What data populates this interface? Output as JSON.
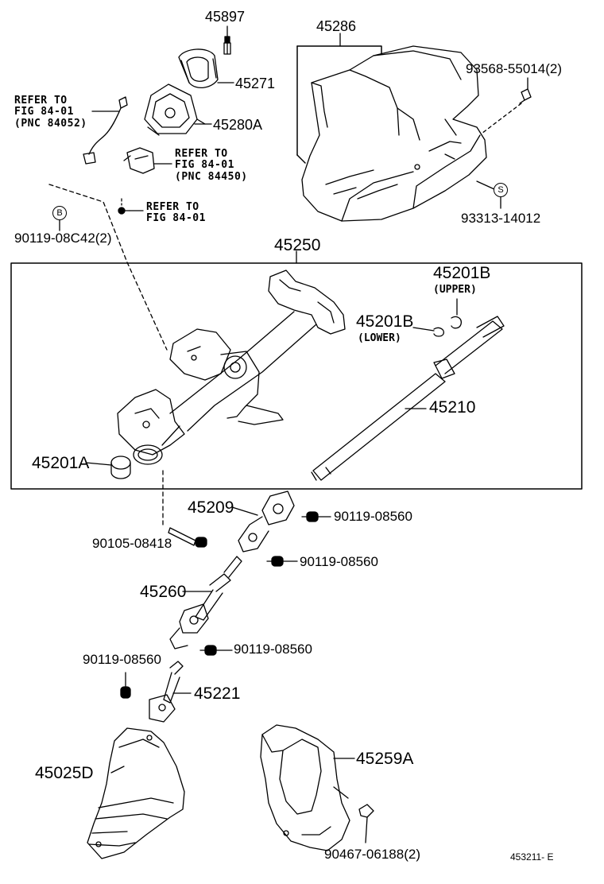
{
  "labels": {
    "p45897": "45897",
    "p45286": "45286",
    "p45271": "45271",
    "p45280A": "45280A",
    "p93568": "93568-55014(2)",
    "refer1_a": "REFER TO",
    "refer1_b": "FIG 84-01",
    "refer1_c": "(PNC 84052)",
    "refer2_a": "REFER TO",
    "refer2_b": "FIG 84-01",
    "refer2_c": "(PNC 84450)",
    "refer3_a": "REFER TO",
    "refer3_b": "FIG 84-01",
    "p93313": "93313-14012",
    "p90119_08C42": "90119-08C42(2)",
    "p45250": "45250",
    "p45201B_upper": "45201B",
    "upper": "(UPPER)",
    "p45201B_lower": "45201B",
    "lower": "(LOWER)",
    "p45210": "45210",
    "p45201A": "45201A",
    "p45209": "45209",
    "p90119_08560_a": "90119-08560",
    "p90105_08418": "90105-08418",
    "p90119_08560_b": "90119-08560",
    "p45260": "45260",
    "p90119_08560_c": "90119-08560",
    "p90119_08560_d": "90119-08560",
    "p45221": "45221",
    "p45025D": "45025D",
    "p45259A": "45259A",
    "p90467": "90467-06188(2)",
    "code": "453211- E"
  },
  "marks": {
    "b": "B",
    "s": "S"
  }
}
